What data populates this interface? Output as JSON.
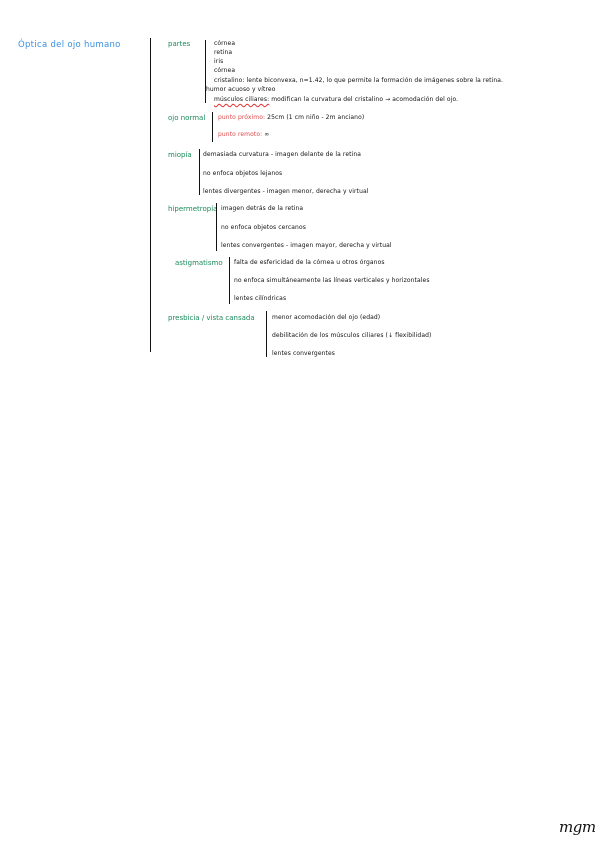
{
  "title": "Óptica del ojo humano",
  "partes": {
    "heading": "partes",
    "items": [
      "córnea",
      "retina",
      "iris",
      "córnea",
      "cristalino: lente biconvexa, n=1.42, lo que permite la formación de imágenes sobre la retina.",
      "humor acuoso y vítreo"
    ],
    "musculos_label": "músculos ciliares:",
    "musculos_text": "modifican la curvatura del cristalino → acomodación del ojo."
  },
  "ojo_normal": {
    "heading": "ojo normal",
    "punto_proximo_label": "punto próximo:",
    "punto_proximo_text": "25cm (1 cm niño - 2m anciano)",
    "punto_remoto_label": "punto remoto:",
    "punto_remoto_text": "∞"
  },
  "miopia": {
    "heading": "miopía",
    "items": [
      "demasiada curvatura - imagen delante de la retina",
      "no enfoca objetos lejanos",
      "lentes divergentes - imagen menor, derecha y virtual"
    ]
  },
  "hipermetropia": {
    "heading": "hipermetropía",
    "items": [
      "imagen detrás de la retina",
      "no enfoca objetos cercanos",
      "lentes convergentes - imagen mayor, derecha y virtual"
    ]
  },
  "astigmatismo": {
    "heading": "astigmatismo",
    "items": [
      "falta de esfericidad de la córnea u otros órganos",
      "no enfoca simultáneamente las líneas verticales y horizontales",
      "lentes cilíndricas"
    ]
  },
  "presbicia": {
    "heading": "presbicia / vista cansada",
    "items": [
      "menor acomodación del ojo (edad)",
      "debilitación de los músculos ciliares (↓ flexibilidad)",
      "lentes convergentes"
    ]
  },
  "signature": "mgm"
}
